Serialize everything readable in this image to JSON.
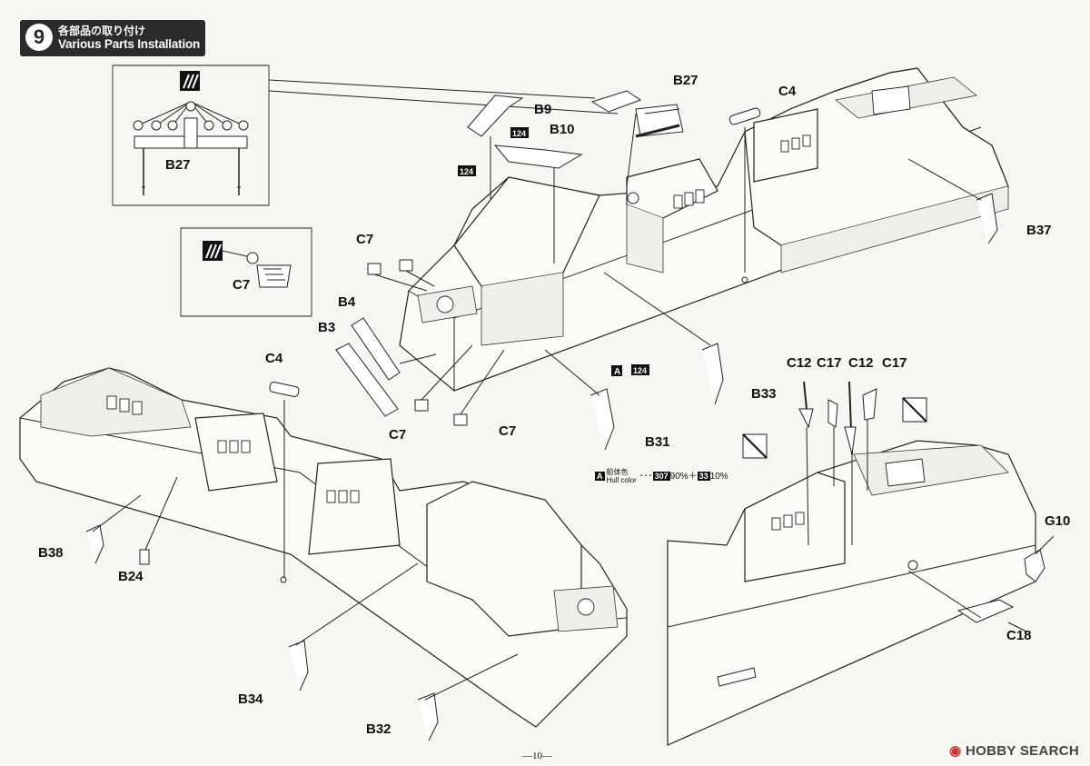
{
  "step": {
    "number": "9",
    "title_jp": "各部品の取り付け",
    "title_en": "Various Parts Installation"
  },
  "inset_mast": {
    "label": "B27"
  },
  "inset_crane": {
    "label": "C7"
  },
  "part_labels": {
    "b27": "B27",
    "c4_top": "C4",
    "b9": "B9",
    "b10": "B10",
    "b37": "B37",
    "c7_upper": "C7",
    "b4": "B4",
    "b3": "B3",
    "c7_left": "C7",
    "c7_right": "C7",
    "b33": "B33",
    "b31": "B31",
    "c4_left": "C4",
    "b38": "B38",
    "b24": "B24",
    "b34": "B34",
    "b32": "B32",
    "c12_a": "C12",
    "c17_a": "C17",
    "c12_b": "C12",
    "c17_b": "C17",
    "g10": "G10",
    "c18": "C18"
  },
  "paint_tags": {
    "tag_124_a": "124",
    "tag_124_b": "124",
    "tag_124_c": "124",
    "tag_a": "A"
  },
  "hull_color_note": {
    "tag": "A",
    "jp": "船体色",
    "en": "Hull color",
    "paint1": "307",
    "pct1": "90%",
    "plus": "＋",
    "paint2": "33",
    "pct2": "10%",
    "dots": "･･･"
  },
  "page_number": "—10—",
  "watermark": {
    "brand": "HOBBY SEARCH"
  }
}
